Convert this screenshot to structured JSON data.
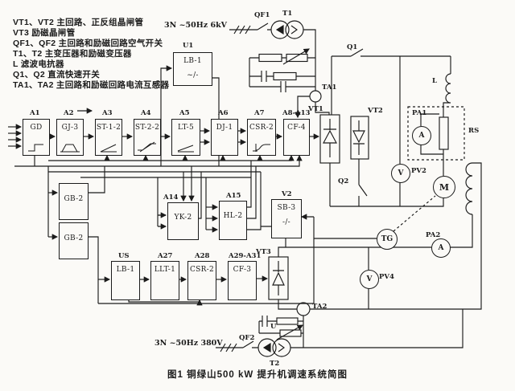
{
  "figure": {
    "caption": "图1  铜绿山500 kW 提升机调速系统简图"
  },
  "legend": {
    "lines": [
      "VT1、VT2  主回路、正反组晶闸管",
      "VT3  励磁晶闸管",
      "QF1、QF2  主回路和励磁回路空气开关",
      "T1、T2  主变压器和励磁变压器",
      "L  滤波电抗器",
      "Q1、Q2  直流快速开关",
      "TA1、TA2  主回路和励磁回路电流互感器"
    ]
  },
  "supply": {
    "top": "3N ~50Hz 6kV",
    "bottom": "3N ~50Hz 380V"
  },
  "devices": {
    "qf1": "QF1",
    "qf2": "QF2",
    "t1": "T1",
    "t2": "T2",
    "q1": "Q1",
    "q2": "Q2",
    "ta1": "TA1",
    "ta2": "TA2",
    "vt1": "VT1",
    "vt2": "VT2",
    "vt3": "VT3",
    "l": "L",
    "rs": "RS",
    "u": "U",
    "pa1": "PA1",
    "pa2": "PA2",
    "pv2": "PV2",
    "pv4": "PV4"
  },
  "meters": {
    "pa1": "A",
    "pv2": "V",
    "motor": "M",
    "tg": "TG",
    "pa2": "A",
    "pv4": "V"
  },
  "blocks": {
    "u1": {
      "tag": "U1",
      "line1": "LB-1",
      "line2": "~/-"
    },
    "a1": {
      "tag": "A1",
      "label": "GD"
    },
    "a2": {
      "tag": "A2",
      "label": "GJ-3"
    },
    "a3": {
      "tag": "A3",
      "label": "ST-1-2"
    },
    "a4": {
      "tag": "A4",
      "label": "ST-2-2"
    },
    "a5": {
      "tag": "A5",
      "label": "LT-5"
    },
    "a6": {
      "tag": "A6",
      "label": "DJ-1"
    },
    "a7": {
      "tag": "A7",
      "label": "CSR-2"
    },
    "a8": {
      "tag": "A8-A13",
      "label": "CF-4"
    },
    "gb2a": {
      "label": "GB-2"
    },
    "gb2b": {
      "label": "GB-2"
    },
    "a14": {
      "tag": "A14",
      "label": "YK-2"
    },
    "a15": {
      "tag": "A15",
      "label": "HL-2"
    },
    "v2": {
      "tag": "V2",
      "line1": "SB-3",
      "line2": "-/-"
    },
    "us": {
      "tag": "US",
      "label": "LB-1"
    },
    "a27": {
      "tag": "A27",
      "label": "LLT-1"
    },
    "a28": {
      "tag": "A28",
      "label": "CSR-2"
    },
    "a29": {
      "tag": "A29-A31",
      "label": "CF-3"
    }
  }
}
